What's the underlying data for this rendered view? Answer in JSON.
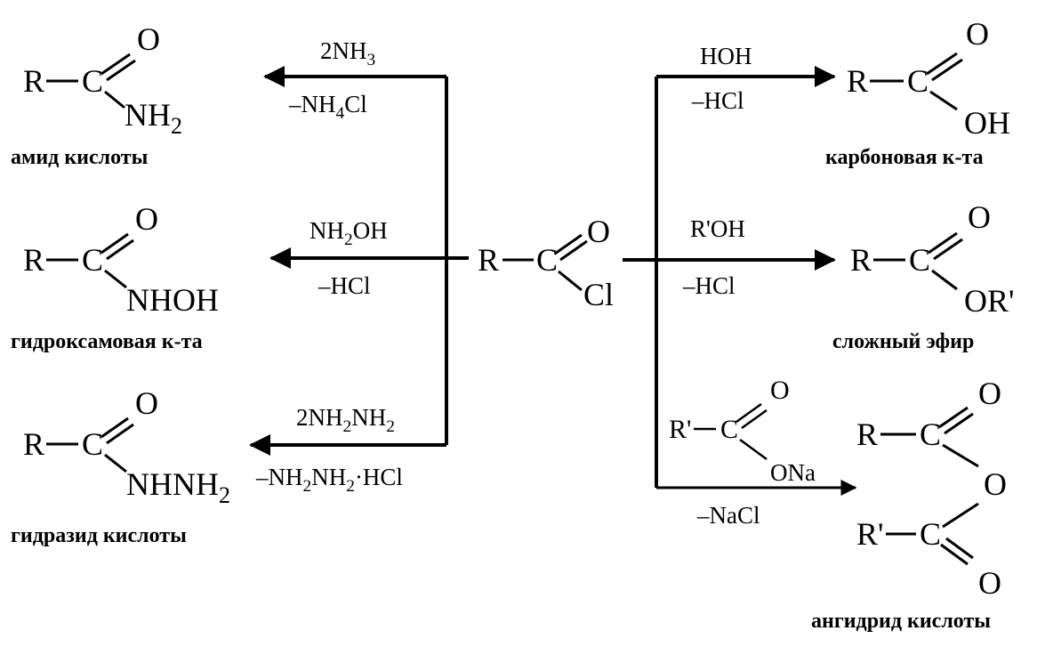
{
  "reactant": {
    "r": "R",
    "c": "C",
    "o": "O",
    "cl": "Cl"
  },
  "products": {
    "amide": {
      "r": "R",
      "c": "C",
      "o": "O",
      "group_main": "NH",
      "group_sub": "2",
      "caption": "амид кислоты"
    },
    "hydroxamic": {
      "r": "R",
      "c": "C",
      "o": "O",
      "group": "NHOH",
      "caption": "гидроксамовая к-та"
    },
    "hydrazide": {
      "r": "R",
      "c": "C",
      "o": "O",
      "group_a": "NHNH",
      "group_sub": "2",
      "caption": "гидразид кислоты"
    },
    "carboxylic": {
      "r": "R",
      "c": "C",
      "o": "O",
      "group": "OH",
      "caption": "карбоновая к-та"
    },
    "ester": {
      "r": "R",
      "c": "C",
      "o": "O",
      "group": "OR'",
      "caption": "сложный эфир"
    },
    "anhydride": {
      "r1": "R",
      "r2": "R'",
      "c": "C",
      "o_top": "O",
      "o_mid": "O",
      "o_bot": "O",
      "caption": "ангидрид кислоты"
    }
  },
  "reagents": {
    "amide": {
      "above_a": "2NH",
      "above_sub": "3",
      "below_a": "–NH",
      "below_sub": "4",
      "below_b": "Cl"
    },
    "hydroxamic": {
      "above_a": "NH",
      "above_sub": "2",
      "above_b": "OH",
      "below": "–HCl"
    },
    "hydrazide": {
      "above_a": "2NH",
      "above_sub1": "2",
      "above_b": "NH",
      "above_sub2": "2",
      "below_a": "–NH",
      "below_sub1": "2",
      "below_b": "NH",
      "below_sub2": "2",
      "below_c": "·HCl"
    },
    "carboxylic": {
      "above": "HOH",
      "below": "–HCl"
    },
    "ester": {
      "above": "R'OH",
      "below": "–HCl"
    },
    "anhydride": {
      "salt_r": "R'",
      "salt_c": "C",
      "salt_o": "O",
      "salt_ona": "ONa",
      "below": "–NaCl"
    }
  }
}
